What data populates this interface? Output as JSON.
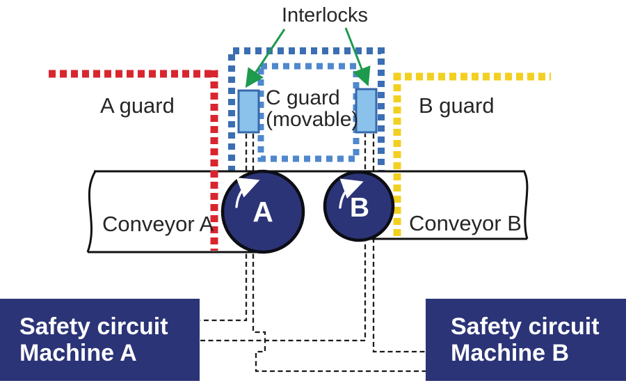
{
  "diagram": {
    "interlocks_label": "Interlocks",
    "a_guard_label": "A guard",
    "b_guard_label": "B guard",
    "c_guard_label_line1": "C guard",
    "c_guard_label_line2": "(movable)",
    "conveyor_a_label": "Conveyor A",
    "conveyor_b_label": "Conveyor B",
    "roller_a_label": "A",
    "roller_b_label": "B",
    "safety_circuit_a": {
      "line1": "Safety circuit",
      "line2": "Machine A"
    },
    "safety_circuit_b": {
      "line1": "Safety circuit",
      "line2": "Machine B"
    }
  },
  "colors": {
    "a_guard_red": "#d8262f",
    "b_guard_yellow": "#f2d021",
    "c_guard_blue_outer": "#3b6eb2",
    "c_guard_blue_inner": "#4f88cc",
    "interlock_fill": "#8bc2ec",
    "interlock_border": "#3668aa",
    "navy": "#2b3477",
    "green_arrow": "#1d9a4e",
    "wire_black": "#1b1b1b"
  }
}
